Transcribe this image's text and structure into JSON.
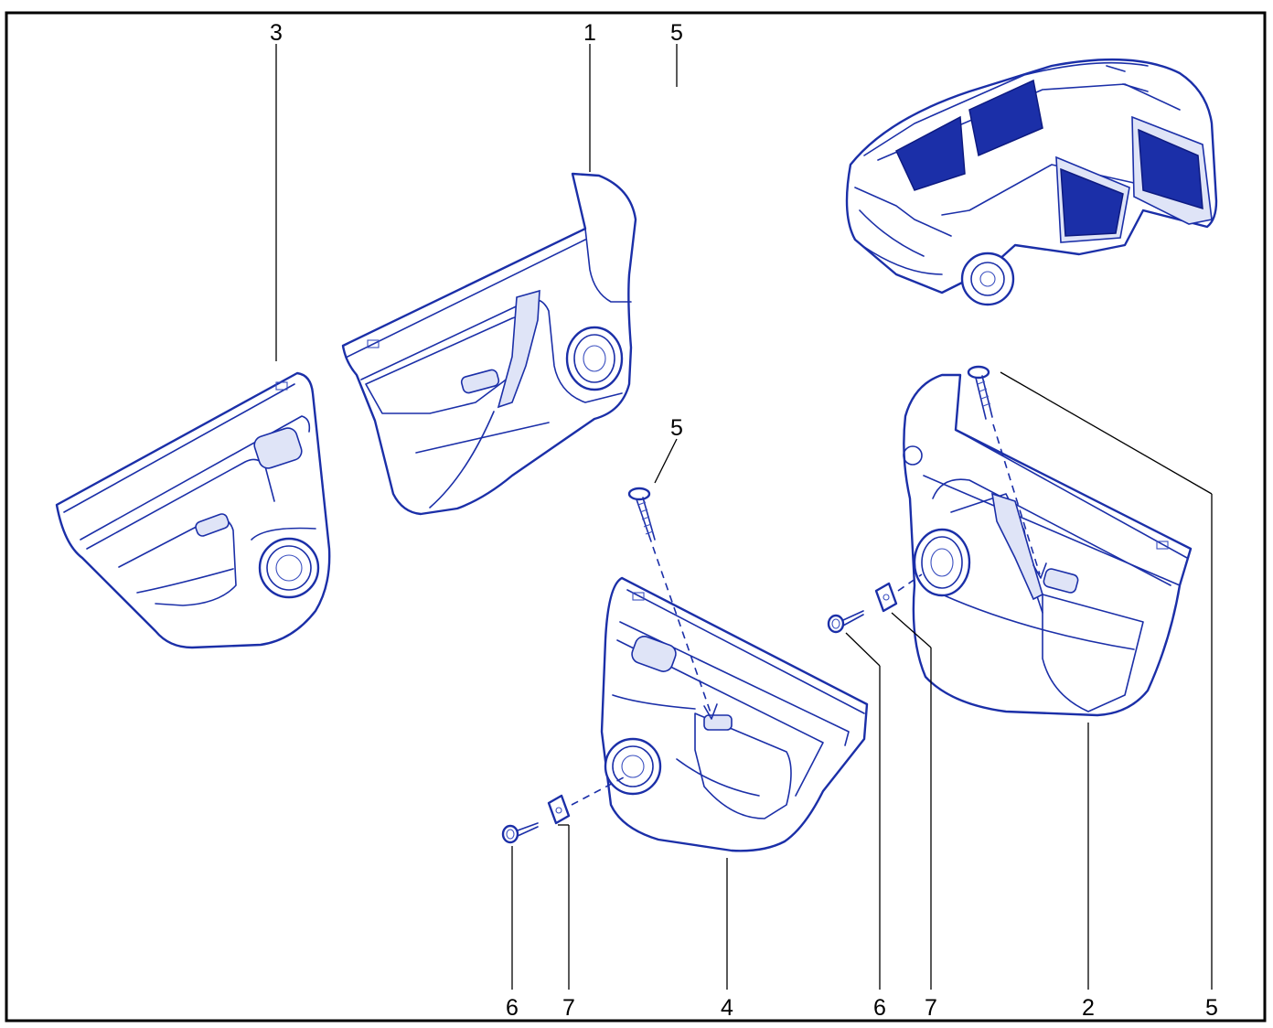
{
  "diagram": {
    "callouts": [
      {
        "id": "c1",
        "label": "1"
      },
      {
        "id": "c2",
        "label": "2"
      },
      {
        "id": "c3",
        "label": "3"
      },
      {
        "id": "c4",
        "label": "4"
      },
      {
        "id": "c5a",
        "label": "5"
      },
      {
        "id": "c5b",
        "label": "5"
      },
      {
        "id": "c5c",
        "label": "5"
      },
      {
        "id": "c6a",
        "label": "6"
      },
      {
        "id": "c6b",
        "label": "6"
      },
      {
        "id": "c7a",
        "label": "7"
      },
      {
        "id": "c7b",
        "label": "7"
      }
    ],
    "colors": {
      "line": "#1b2fa8",
      "frame": "#000000",
      "highlight": "#1b2fa8"
    }
  }
}
